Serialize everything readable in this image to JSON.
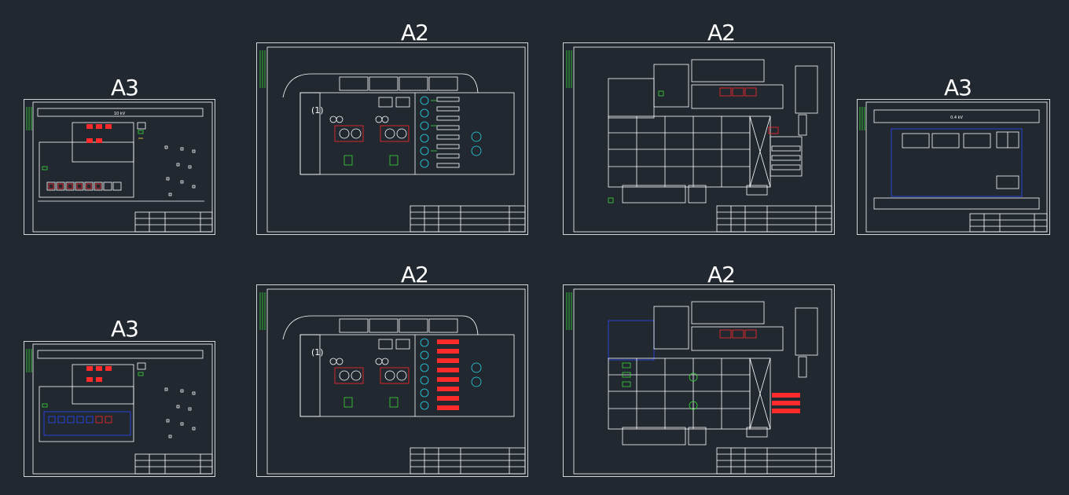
{
  "sheets": [
    {
      "id": "s1",
      "size_label": "A3"
    },
    {
      "id": "s2",
      "size_label": "A2"
    },
    {
      "id": "s3",
      "size_label": "A2"
    },
    {
      "id": "s4",
      "size_label": "A3"
    },
    {
      "id": "s5",
      "size_label": "A3"
    },
    {
      "id": "s6",
      "size_label": "A2"
    },
    {
      "id": "s7",
      "size_label": "A2"
    }
  ],
  "colors": {
    "background": "#212830",
    "line": "#ffffff",
    "red": "#ff2a2a",
    "green": "#39d839",
    "cyan": "#28d7e6",
    "blue": "#2b4bff",
    "yellow": "#f0e040"
  },
  "annotations": {
    "s1_unit_label": "10 kV",
    "s1_plan_title": "",
    "s2_unit_label": "(1)",
    "s4_unit_label": "0.4 kV",
    "s6_unit_label": "(1)"
  }
}
